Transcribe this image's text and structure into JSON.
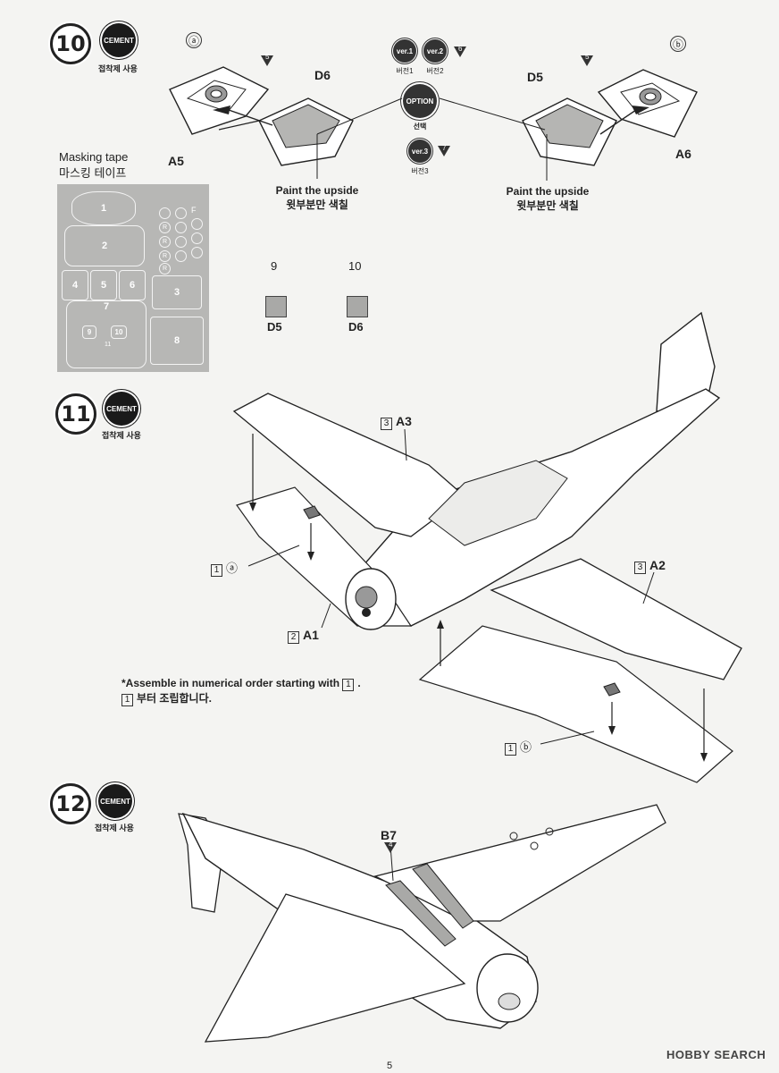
{
  "step10": {
    "number": "10",
    "cement": "CEMENT",
    "cement_note": "접착제 사용",
    "sub_a": "ⓐ",
    "sub_b": "ⓑ",
    "part_a5": "A5",
    "part_d6": "D6",
    "part_d5": "D5",
    "part_a6": "A6",
    "tri_left": "5",
    "tri_right": "5",
    "ver1": "ver.1",
    "ver1_label": "버전1",
    "ver2": "ver.2",
    "ver2_label": "버전2",
    "tri_ver2": "6",
    "option": "OPTION",
    "option_label": "선택",
    "ver3": "ver.3",
    "ver3_label": "버전3",
    "tri_ver3": "7",
    "paint_left_en": "Paint the upside",
    "paint_left_ko": "윗부분만 색칠",
    "paint_right_en": "Paint the upside",
    "paint_right_ko": "윗부분만 색칠",
    "masking_en": "Masking tape",
    "masking_ko": "마스킹 테이프",
    "mask_pieces": [
      "1",
      "2",
      "3",
      "4",
      "5",
      "6",
      "7",
      "8",
      "9",
      "10",
      "11",
      "F",
      "R",
      "R",
      "R",
      "R"
    ],
    "swatch9_num": "9",
    "swatch9_part": "D5",
    "swatch10_num": "10",
    "swatch10_part": "D6"
  },
  "step11": {
    "number": "11",
    "cement": "CEMENT",
    "cement_note": "접착제 사용",
    "a3_box": "3",
    "a3": "A3",
    "a2_box": "3",
    "a2": "A2",
    "a1_box": "2",
    "a1": "A1",
    "sub_a_box": "1",
    "sub_a": "ⓐ",
    "sub_b_box": "1",
    "sub_b": "ⓑ",
    "note_en_prefix": "*Assemble in numerical order starting with ",
    "note_en_box": "1",
    "note_en_suffix": ".",
    "note_ko_box": "1",
    "note_ko": "부터 조립합니다."
  },
  "step12": {
    "number": "12",
    "cement": "CEMENT",
    "cement_note": "접착제 사용",
    "part_b7": "B7",
    "tri_b7": "4"
  },
  "footer": {
    "page": "5",
    "watermark": "HOBBY SEARCH"
  },
  "colors": {
    "ink": "#222222",
    "mask_gray": "#b7b7b5",
    "swatch_gray": "#a9a9a7",
    "paper": "#f4f4f2"
  }
}
